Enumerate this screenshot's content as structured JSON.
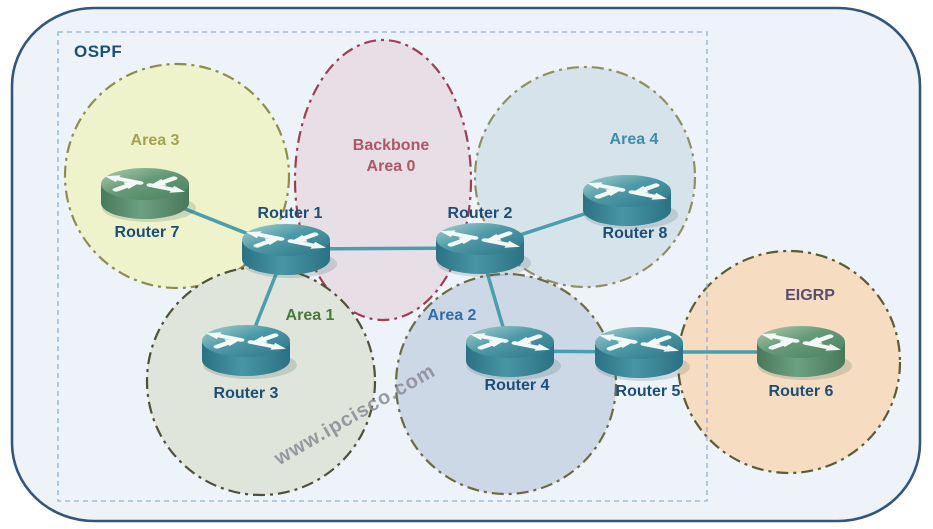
{
  "diagram": {
    "ospf_label": "OSPF",
    "watermark": "www.ipcisco.com",
    "areas": {
      "area3": {
        "label": "Area 3",
        "fill": "#eff3cc",
        "stroke": "#8d8d4e",
        "text_color": "#a3a34e"
      },
      "area0": {
        "label_line1": "Backbone",
        "label_line2": "Area 0",
        "fill": "#e7dee6",
        "stroke": "#9c3f52",
        "text_color": "#b25468"
      },
      "area4": {
        "label": "Area 4",
        "fill": "#d6e3eb",
        "stroke": "#8f8f66",
        "text_color": "#3b8cad"
      },
      "area1": {
        "label": "Area 1",
        "fill": "#dfe5da",
        "stroke": "#50503a",
        "text_color": "#49793b"
      },
      "area2": {
        "label": "Area 2",
        "fill": "#cdd8e6",
        "stroke": "#6a6a44",
        "text_color": "#2f6da8"
      },
      "eigrp": {
        "label": "EIGRP",
        "fill": "#f6ddc1",
        "stroke": "#5c5c34",
        "text_color": "#5a4e70"
      }
    },
    "routers": {
      "r1": {
        "label": "Router 1",
        "color": "teal"
      },
      "r2": {
        "label": "Router 2",
        "color": "teal"
      },
      "r3": {
        "label": "Router 3",
        "color": "teal"
      },
      "r4": {
        "label": "Router 4",
        "color": "teal"
      },
      "r5": {
        "label": "Router 5",
        "color": "teal"
      },
      "r6": {
        "label": "Router 6",
        "color": "green"
      },
      "r7": {
        "label": "Router 7",
        "color": "green"
      },
      "r8": {
        "label": "Router 8",
        "color": "teal"
      }
    },
    "links": [
      "Router 7 - Router 1",
      "Router 1 - Router 2",
      "Router 1 - Router 3",
      "Router 2 - Router 8",
      "Router 2 - Router 4",
      "Router 4 - Router 5",
      "Router 5 - Router 6"
    ],
    "colors": {
      "frame_border": "#33567c",
      "frame_fill": "#eef3f9",
      "ospf_box_border": "#8fb3d6",
      "link": "#4a9fae",
      "router_teal": "#3d8d9c",
      "router_green": "#5d8a6b",
      "router_label": "#1d4e77",
      "watermark": "#8b8b95"
    }
  }
}
